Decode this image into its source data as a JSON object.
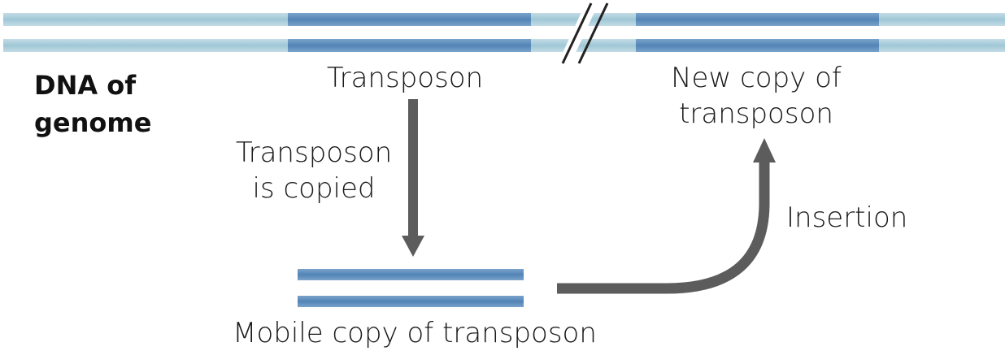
{
  "labels": {
    "dna_of_genome": "DNA of\ngenome",
    "transposon": "Transposon",
    "new_copy": "New copy of\ntransposon",
    "transposon_is_copied": "Transposon\nis copied",
    "insertion": "Insertion",
    "mobile_copy": "Mobile copy of transposon"
  },
  "colors": {
    "dna_strand": "#a4cbd9",
    "transposon_segment": "#5b89b9",
    "arrow": "#5c5c5c",
    "text": "#1a1a1a",
    "background": "#ffffff"
  }
}
